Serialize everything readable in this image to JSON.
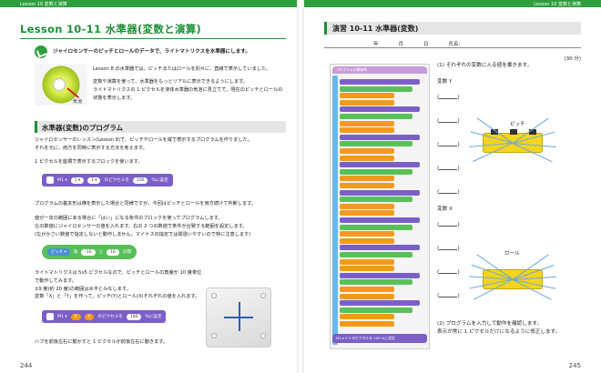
{
  "left": {
    "runhead": "Lesson 10 変数と演算",
    "title": "Lesson 10-11  水準器(変数と演算)",
    "intro": "ジャイロセンサーのピッチとロールのデータで、ライトマトリクスを水準器にします。",
    "photo_caption": "気泡",
    "para1": "Lesson 8 の水準器では、ピッチまたはロールを別々に、直線で表示していました。",
    "para2": "変数や演算を使って、水準器をもっとリアルに表示できるようにします。\nライトマトリクスの 1 ピクセルを液体水準器の気泡に見立てて、現在のピッチとロールの\n状態を表示します。",
    "section": "水準器(変数)のプログラム",
    "para3": "ジャイロセンサーのレッスン(Lesson 8)で、ピッチやロールを縦で表示するプログラムを作りました。\nそれを元に、両方を同時に表示する方法を考えます。",
    "para4": "1 ピクセルを座標で表示するブロックを使います。",
    "block1": {
      "port": "M1 ▾",
      "a": "1 ▾",
      "b": "1 ▾",
      "text": "のピクセルを",
      "value": "100",
      "suffix": "%に設定"
    },
    "para5": "プログラムの基本形は横を表示した場合と同様ですが、今回はピッチとロールを両方続けて判断します。",
    "para6": "値が一定の範囲にある場合に「はい」になる条件のブロックを使ってプログラムします。\n左の数値にジャイロセンサーの値を入れます。右の 2 つの数値で条件が合致する範囲を設定します。\n(左がかさい数値で指定しないと動作しません。マイナスの指定では間違いやすいので特に注意します)",
    "block2": {
      "sensor": "ピッチ ▾",
      "text1": "角",
      "v1": "-10",
      "mid": "と",
      "v2": "10",
      "text2": "の間"
    },
    "para7": "ライトマトリクスは 5x5 ピクセルなので、ピッチとロールの角度が 10 度単位で動作してみます。\n±9 度(約 20 度)の範囲は水平とみなします。",
    "para8": "変数「X」と「Y」を作って、ピッチ(Y)とロール(X)それぞれの値を入れます。",
    "block3": {
      "port": "M1 ▾",
      "x": "X",
      "y": "Y",
      "text": "のピクセルを",
      "value": "100",
      "suffix": "%に設定"
    },
    "para9": "ハブを前後左右に動かすと 1 ピクセルが前後左右に動きます。",
    "page_no": "244"
  },
  "right": {
    "runhead": "Lesson 10 変数と演算",
    "title": "演習 10-11  水準器(変数)",
    "date_fields": [
      "年",
      "月",
      "日",
      "氏名:"
    ],
    "score": "(30 分)",
    "panel_top": "プログラムの開始時",
    "panel_bottom": "M1 ▾  X  Y  のピクセルを 100 %に設定",
    "q1": "(1) それぞれの変数に入る値を書きます。",
    "var_y": "変数 Y",
    "var_x": "変数 X",
    "pitch_label": "ピッチ",
    "roll_label": "ロール",
    "q2": "(2) プログラムを入力して動作を確認します。\n表示が常に 1 ピクセルだけになるように修正します。",
    "page_no": "245"
  }
}
